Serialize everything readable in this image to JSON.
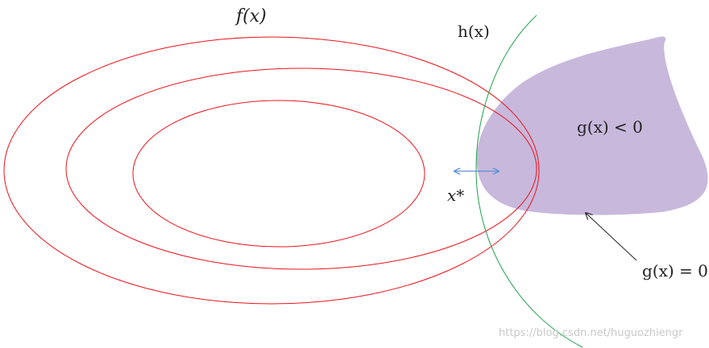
{
  "labels": {
    "f_label": "f(x)",
    "h_label": "h(x)",
    "g_region_label": "g(x) < 0",
    "g_boundary_label": "g(x) = 0",
    "optimum_label": "x*"
  },
  "watermark": "https://blog.csdn.net/huguozhiengr",
  "colors": {
    "contour": "#e8141c",
    "h_curve": "#1ea04a",
    "region_fill": "#c8b8dc",
    "arrow_blue": "#5b8fd0",
    "pointer_arrow": "#222222",
    "text": "#222222",
    "watermark": "#c8c8c8"
  }
}
